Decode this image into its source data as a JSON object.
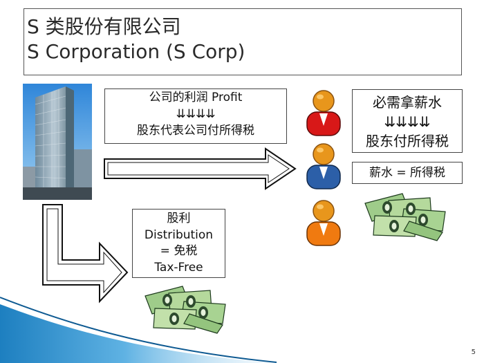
{
  "title": {
    "line1": "S 类股份有限公司",
    "line2": "S Corporation (S Corp)"
  },
  "profit_box": {
    "line1": "公司的利润  Profit",
    "arrows": "⇊⇊⇊⇊",
    "line3": "股东代表公司付所得税"
  },
  "distribution_box": {
    "line1": "股利",
    "line2": "Distribution",
    "line3": "= 免税",
    "line4": "Tax-Free"
  },
  "salary_box": {
    "line1": "必需拿薪水",
    "arrows": "⇊⇊⇊⇊",
    "line3": "股东付所得税"
  },
  "tax_box": {
    "text": "薪水 = 所得税"
  },
  "shareholder_colors": [
    "#d81818",
    "#2c5fa8",
    "#f07a10"
  ],
  "page_number": "5"
}
